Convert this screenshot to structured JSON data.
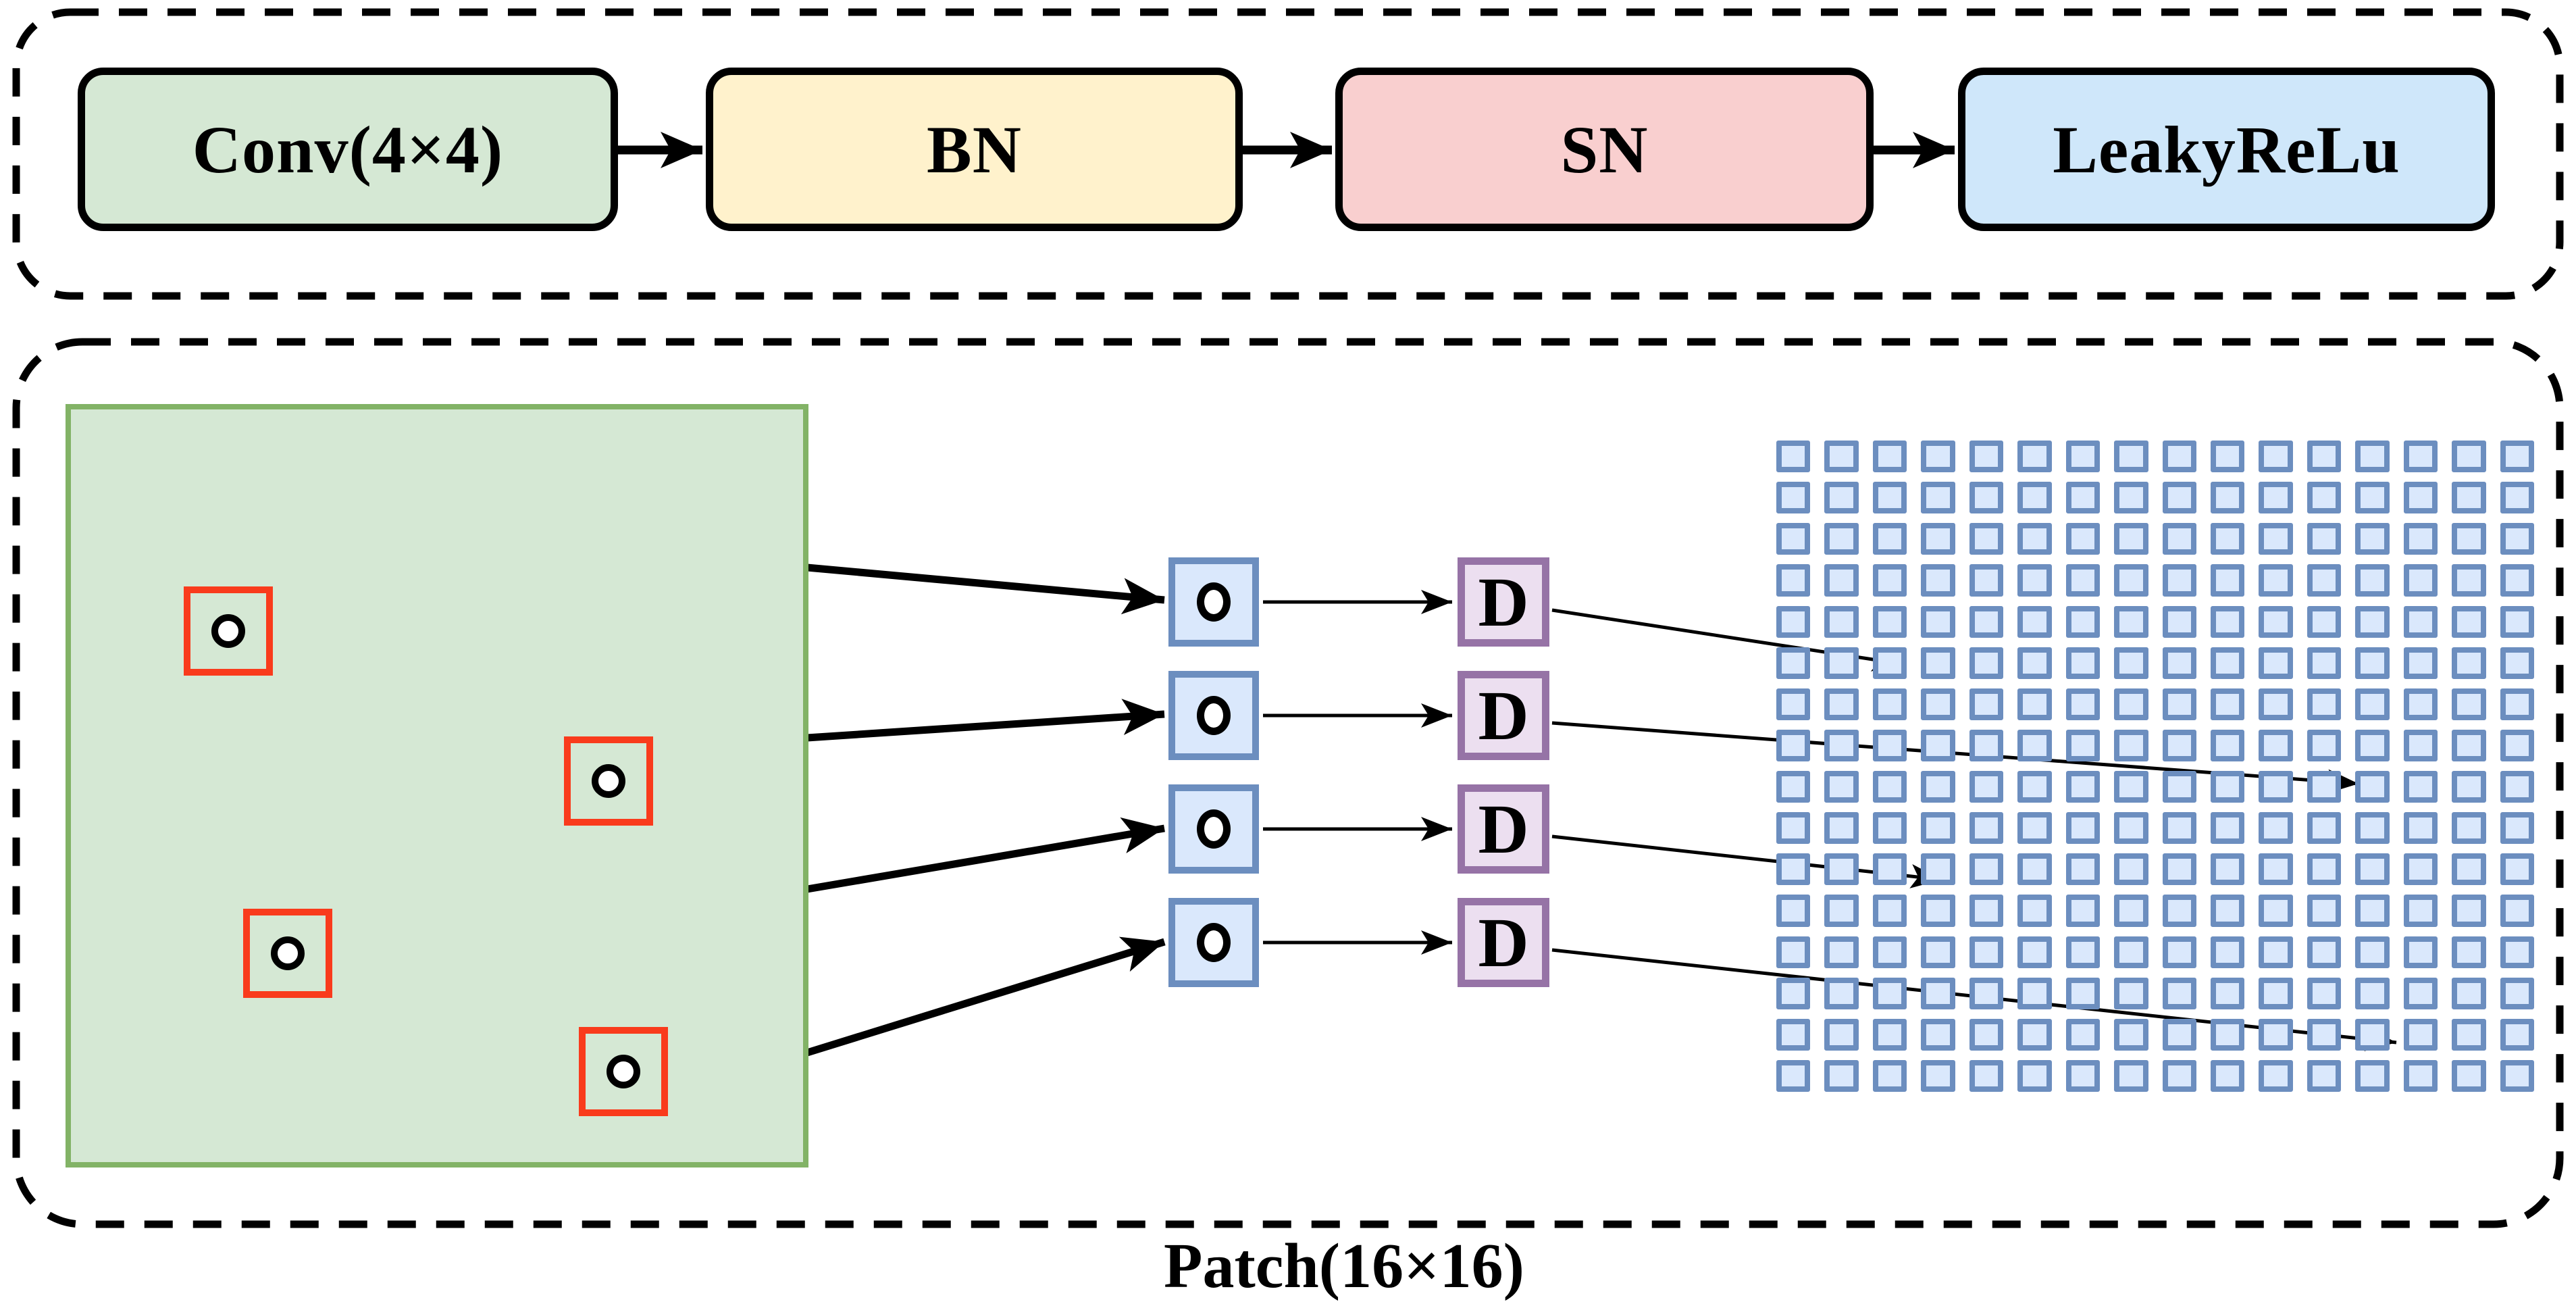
{
  "figure": {
    "kind": "discriminator-architecture-diagram",
    "conv_block": {
      "boxes": [
        {
          "id": "conv",
          "label": "Conv(4×4)",
          "fill": "#d5e8d4"
        },
        {
          "id": "bn",
          "label": "BN",
          "fill": "#fff2cc"
        },
        {
          "id": "sn",
          "label": "SN",
          "fill": "#f9cfcf"
        },
        {
          "id": "leakyrelu",
          "label": "LeakyReLu",
          "fill": "#cfe7fa"
        }
      ]
    },
    "patch_section": {
      "patch_label": "Patch(16×16)",
      "d_label": "D",
      "stream_count": 4,
      "sample_box_count": 4,
      "grid": {
        "rows": 16,
        "cols": 16
      }
    },
    "colors": {
      "outline": "#000000",
      "input_fill": "#d5e8d4",
      "input_border": "#82b366",
      "sample_border": "#f93b1c",
      "port_fill": "#dae8fc",
      "port_border": "#6c8ebf",
      "d_fill": "#ecdff0",
      "d_border": "#9673a6",
      "cell_fill": "#dae8fc",
      "cell_border": "#6c8ebf",
      "arrow": "#000000"
    }
  }
}
